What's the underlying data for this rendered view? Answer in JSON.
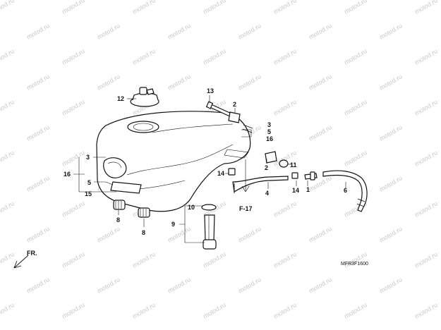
{
  "watermark": "motod.ru",
  "diagram_code": "MFR3F1600",
  "reference": "F-17",
  "direction": "FR.",
  "callouts": [
    "1",
    "2",
    "3",
    "4",
    "5",
    "6",
    "8",
    "9",
    "10",
    "11",
    "12",
    "13",
    "14",
    "15",
    "16"
  ]
}
